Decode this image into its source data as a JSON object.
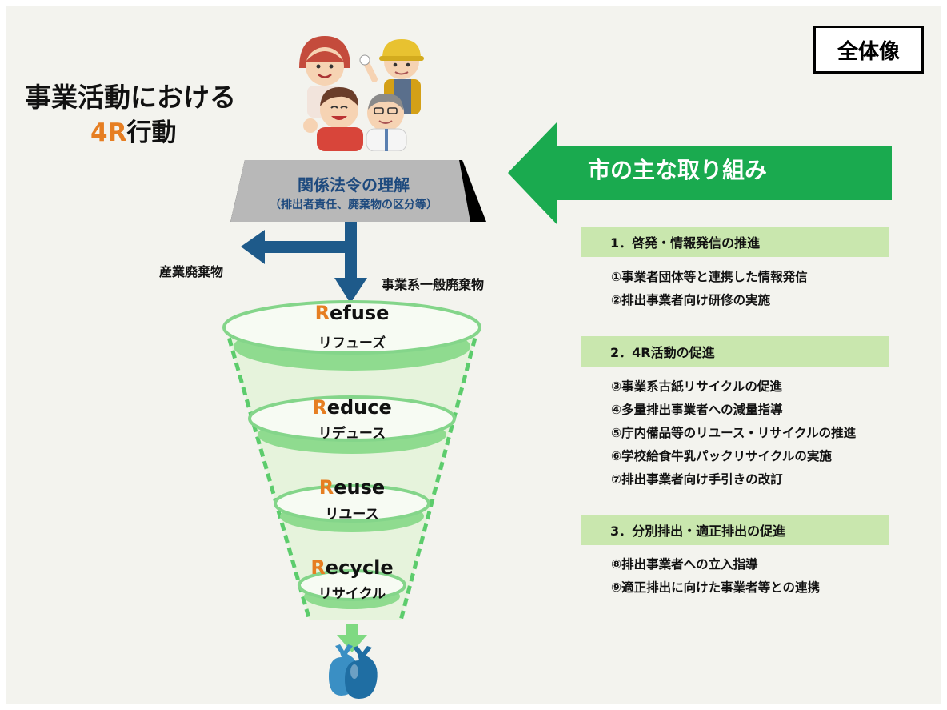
{
  "overview_badge": "全体像",
  "title": {
    "line1": "事業活動における",
    "line2_highlight": "4R",
    "line2_rest": "行動"
  },
  "law_box": {
    "title": "関係法令の理解",
    "subtitle": "（排出者責任、廃棄物の区分等）"
  },
  "branches": {
    "industrial": "産業廃棄物",
    "general": "事業系一般廃棄物"
  },
  "funnel": [
    {
      "letter": "R",
      "rest": "efuse",
      "ja": "リフューズ"
    },
    {
      "letter": "R",
      "rest": "educe",
      "ja": "リデュース"
    },
    {
      "letter": "R",
      "rest": "euse",
      "ja": "リユース"
    },
    {
      "letter": "R",
      "rest": "ecycle",
      "ja": "リサイクル"
    }
  ],
  "city_arrow": "市の主な取り組み",
  "sections": [
    {
      "head": "1．啓発・情報発信の推進",
      "items": [
        "①事業者団体等と連携した情報発信",
        "②排出事業者向け研修の実施"
      ]
    },
    {
      "head": "2．4R活動の促進",
      "items": [
        "③事業系古紙リサイクルの促進",
        "④多量排出事業者への減量指導",
        "⑤庁内備品等のリユース・リサイクルの推進",
        "⑥学校給食牛乳パックリサイクルの実施",
        "⑦排出事業者向け手引きの改訂"
      ]
    },
    {
      "head": "3．分別排出・適正排出の促進",
      "items": [
        "⑧排出事業者への立入指導",
        "⑨適正排出に向けた事業者等との連携"
      ]
    }
  ],
  "colors": {
    "accent_orange": "#e67e22",
    "arrow_green": "#1aaa4f",
    "section_bg": "#c9e7ae",
    "flow_arrow": "#1e5a8a",
    "funnel_green": "#8fdb8f"
  },
  "icons": [
    "people-illustration",
    "garbage-bags-icon"
  ]
}
